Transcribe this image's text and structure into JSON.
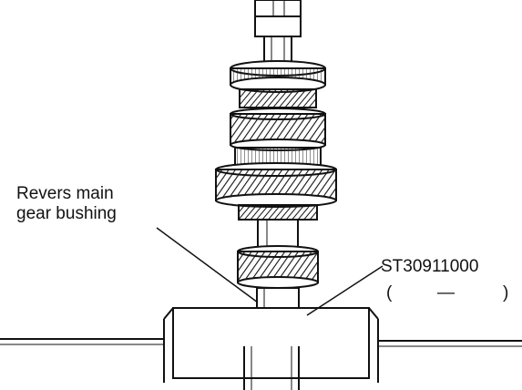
{
  "callouts": {
    "bushing_line1": "Revers main",
    "bushing_line2": "gear bushing",
    "tool_number": "ST30911000",
    "tool_alt_open": "(",
    "tool_alt_value": "—",
    "tool_alt_close": ")"
  },
  "colors": {
    "ink": "#111111",
    "paper": "#ffffff",
    "shade": "#555555"
  }
}
